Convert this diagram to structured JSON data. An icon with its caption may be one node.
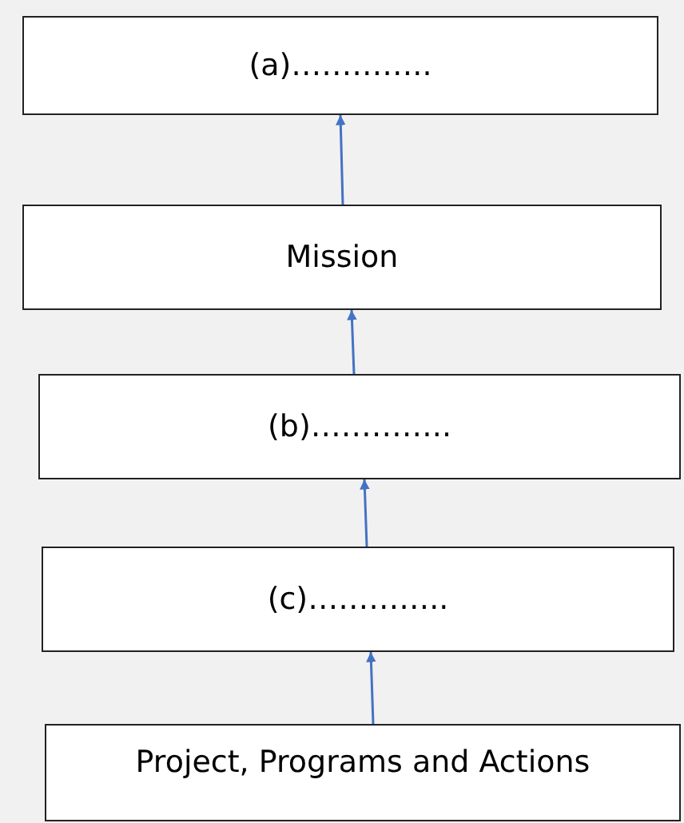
{
  "diagram": {
    "nodes": [
      {
        "text": [
          "(a)………….."
        ]
      },
      {
        "text": [
          "Mission"
        ]
      },
      {
        "text": [
          "(b)………….."
        ]
      },
      {
        "text": [
          "(c)………….."
        ]
      },
      {
        "text": [
          "Project, Programs and Actions"
        ]
      }
    ],
    "edges": [
      {
        "from": 1,
        "to": 0,
        "arrow": "to"
      },
      {
        "from": 2,
        "to": 1,
        "arrow": "to"
      },
      {
        "from": 3,
        "to": 2,
        "arrow": "to"
      },
      {
        "from": 4,
        "to": 3,
        "arrow": "to"
      }
    ]
  }
}
